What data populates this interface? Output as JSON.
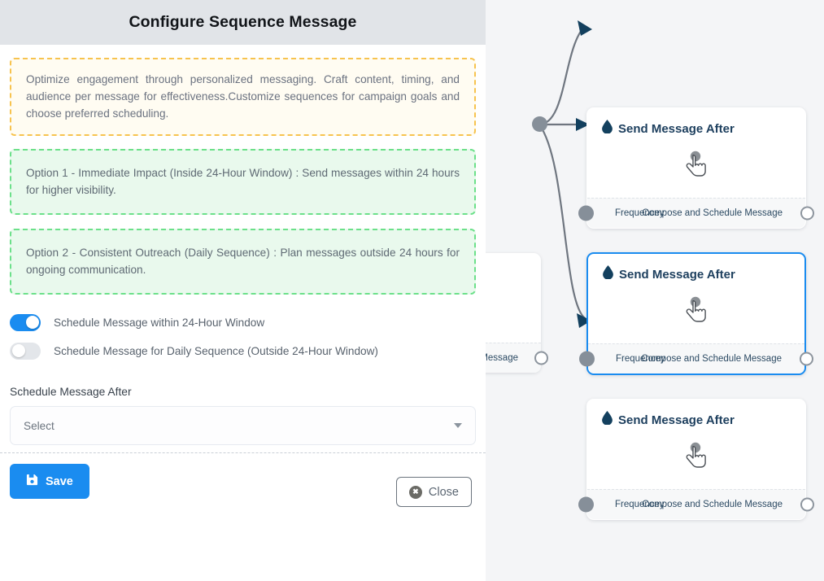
{
  "panel": {
    "title": "Configure Sequence Message",
    "info_note": "Optimize engagement through personalized messaging. Craft content, timing, and audience per message for effectiveness.Customize sequences for campaign goals and choose preferred scheduling.",
    "option_1": "Option 1 - Immediate Impact (Inside 24-Hour Window) : Send messages within 24 hours for higher visibility.",
    "option_2": "Option 2 - Consistent Outreach (Daily Sequence) : Plan messages outside 24 hours for ongoing communication.",
    "toggles": [
      {
        "label": "Schedule Message within 24-Hour Window",
        "state": "on"
      },
      {
        "label": "Schedule Message for Daily Sequence (Outside 24-Hour Window)",
        "state": "off"
      }
    ],
    "field": {
      "label": "Schedule Message After",
      "selected": "Select",
      "caret_icon": "chevron-down-icon"
    },
    "footer": {
      "save_label": "Save",
      "save_icon": "floppy-disk-save-icon",
      "close_label": "Close",
      "close_icon": "circle-x-icon"
    }
  },
  "canvas": {
    "partial_node": {
      "footer_label_truncated": "ce Message"
    },
    "nodes": [
      {
        "title": "Send Message After",
        "icon": "water-drop-icon",
        "body_icon": "tap-hand-cursor-icon",
        "port_in_label": "Frequencey",
        "port_out_label": "Compose and Schedule Message",
        "selected": false
      },
      {
        "title": "Send Message After",
        "icon": "water-drop-icon",
        "body_icon": "tap-hand-cursor-icon",
        "port_in_label": "Frequencey",
        "port_out_label": "Compose and Schedule Message",
        "selected": true
      },
      {
        "title": "Send Message After",
        "icon": "water-drop-icon",
        "body_icon": "tap-hand-cursor-icon",
        "port_in_label": "Frequencey",
        "port_out_label": "Compose and Schedule Message",
        "selected": false
      }
    ]
  },
  "colors": {
    "accent_blue": "#1a8cf0",
    "header_gray": "#e1e4e8",
    "info_yellow_bg": "#fffcf2",
    "info_yellow_border": "#f7c34f",
    "option_green_bg": "#e9f9ed",
    "option_green_border": "#6ce08a",
    "canvas_bg": "#f4f5f7",
    "node_title": "#1d3f5e",
    "edge_gray": "#6f7680"
  }
}
